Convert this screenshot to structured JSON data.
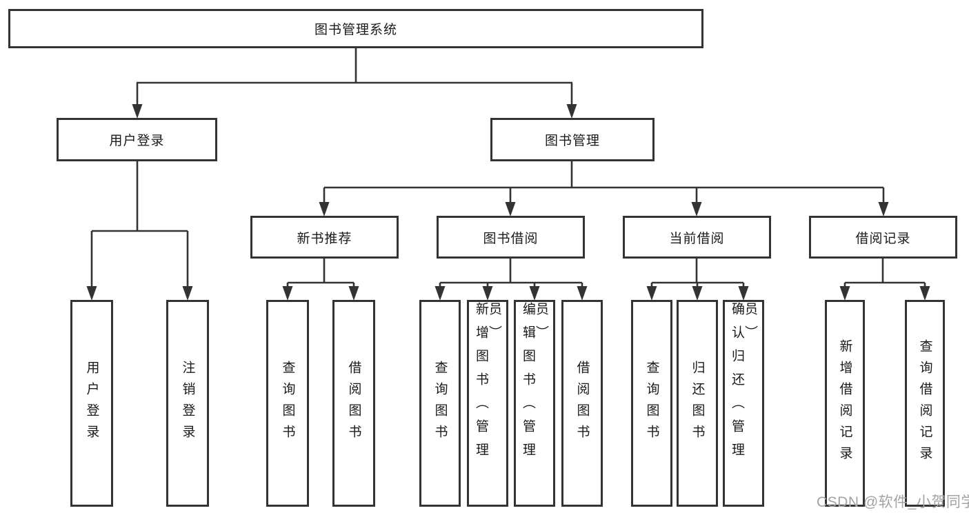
{
  "diagram": {
    "title": "图书管理系统",
    "nodes": {
      "root": {
        "label": "图书管理系统"
      },
      "user_login": {
        "label": "用户登录"
      },
      "book_mgmt": {
        "label": "图书管理"
      },
      "new_book_rec": {
        "label": "新书推荐"
      },
      "book_borrow": {
        "label": "图书借阅"
      },
      "current_borrow": {
        "label": "当前借阅"
      },
      "borrow_record": {
        "label": "借阅记录"
      },
      "login_leaf": {
        "label": "用户登录"
      },
      "logout_leaf": {
        "label": "注销登录"
      },
      "rec_query": {
        "label": "查询图书"
      },
      "rec_borrow": {
        "label": "借阅图书"
      },
      "bor_query": {
        "label": "查询图书"
      },
      "bor_add": {
        "label": "新增图书（管理员）"
      },
      "bor_edit": {
        "label": "编辑图书（管理员）"
      },
      "bor_borrow": {
        "label": "借阅图书"
      },
      "cur_query": {
        "label": "查询图书"
      },
      "cur_return": {
        "label": "归还图书"
      },
      "cur_confirm": {
        "label": "确认归还（管理员）"
      },
      "recd_add": {
        "label": "新增借阅记录"
      },
      "recd_query": {
        "label": "查询借阅记录"
      }
    },
    "structure": {
      "root": [
        "user_login",
        "book_mgmt"
      ],
      "user_login": [
        "login_leaf",
        "logout_leaf"
      ],
      "book_mgmt": [
        "new_book_rec",
        "book_borrow",
        "current_borrow",
        "borrow_record"
      ],
      "new_book_rec": [
        "rec_query",
        "rec_borrow"
      ],
      "book_borrow": [
        "bor_query",
        "bor_add",
        "bor_edit",
        "bor_borrow"
      ],
      "current_borrow": [
        "cur_query",
        "cur_return",
        "cur_confirm"
      ],
      "borrow_record": [
        "recd_add",
        "recd_query"
      ]
    },
    "colors": {
      "line": "#333333",
      "box_border": "#333333",
      "box_fill": "#ffffff",
      "text": "#1a1a1a",
      "watermark": "#a3a3a6"
    }
  },
  "watermark": {
    "text": "CSDN @软件_小贺同学"
  }
}
